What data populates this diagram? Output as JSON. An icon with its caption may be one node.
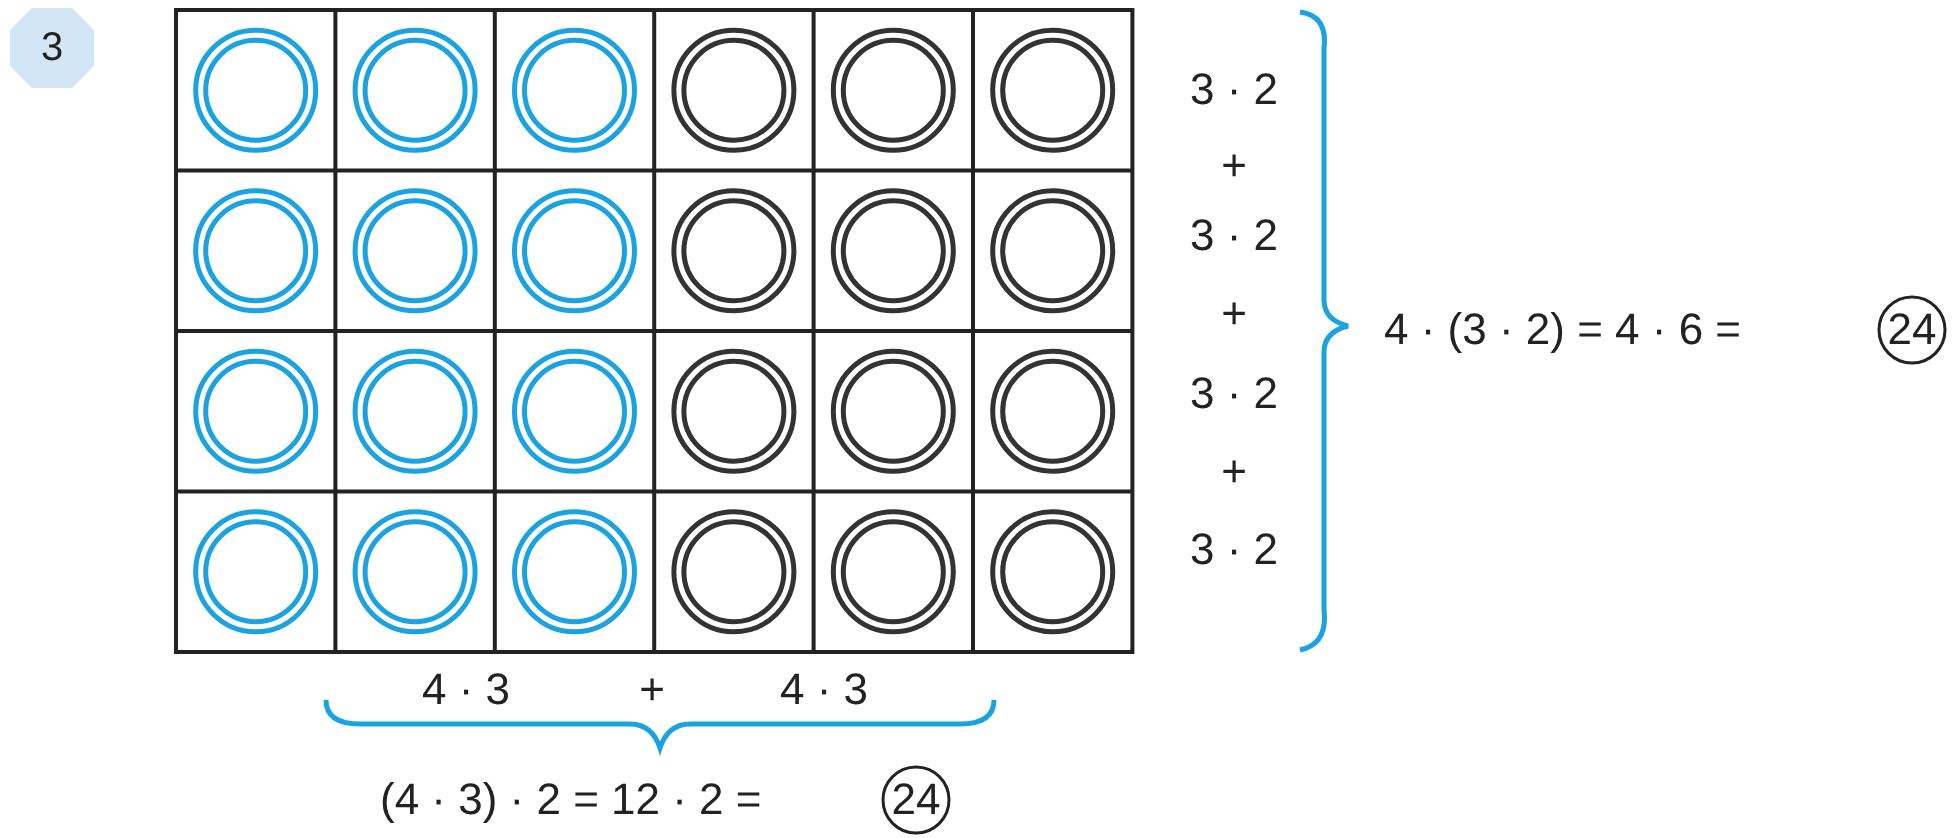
{
  "diagram": {
    "nodes": [
      {
        "text": [
          "3"
        ]
      },
      {
        "text": [
          "24"
        ]
      },
      {
        "text": [
          "24"
        ]
      }
    ],
    "labels": [
      "3 · 2",
      "+",
      "3 · 2",
      "+",
      "3 · 2",
      "+",
      "3 · 2",
      "4 · (3 · 2) = 4 · 6 =",
      "4 · 3",
      "+",
      "4 · 3",
      "(4 · 3) · 2 = 12 · 2 ="
    ]
  }
}
